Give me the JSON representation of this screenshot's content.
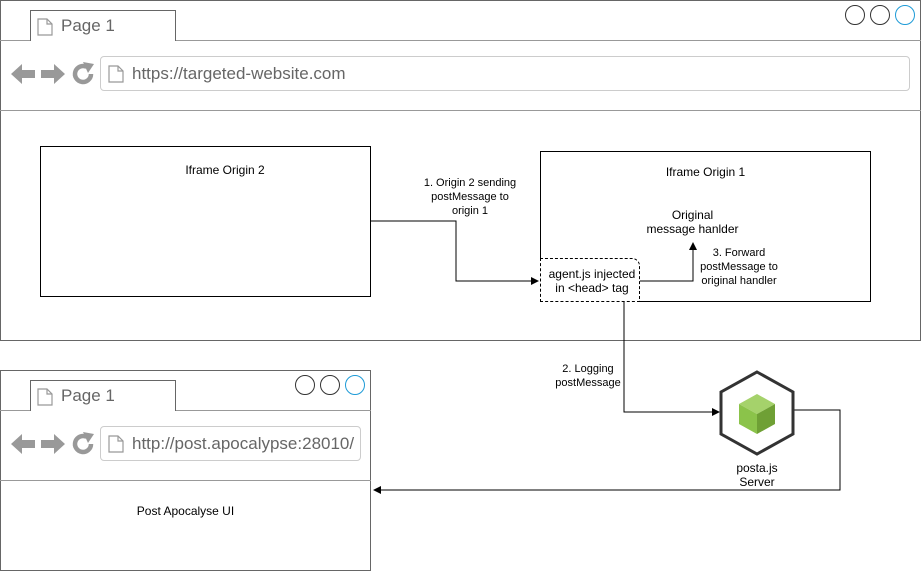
{
  "main_window": {
    "tab_label": "Page 1",
    "url": "https://targeted-website.com"
  },
  "secondary_window": {
    "tab_label": "Page 1",
    "url": "http://post.apocalypse:28010/",
    "content_label": "Post Apocalyse UI"
  },
  "diagram": {
    "iframe_origin_2": "Iframe Origin 2",
    "iframe_origin_1": "Iframe Origin 1",
    "original_handler": [
      "Original",
      "message hanlder"
    ],
    "agent_box": [
      "agent.js injected",
      "in <head> tag"
    ],
    "step1": [
      "1. Origin 2 sending",
      "postMessage to",
      "origin 1"
    ],
    "step2": [
      "2. Logging",
      "postMessage"
    ],
    "step3": [
      "3. Forward",
      "postMessage to",
      "original handler"
    ],
    "server": [
      "posta.js",
      "Server"
    ]
  },
  "colors": {
    "frame": "#666666",
    "divider": "#999999",
    "active_circle": "#1e9bd7",
    "node_icon_dark": "#333333",
    "node_icon_green": "#8bc34a"
  },
  "icons": [
    "document-icon",
    "back-arrow-icon",
    "forward-arrow-icon",
    "reload-icon",
    "node-js-icon"
  ]
}
